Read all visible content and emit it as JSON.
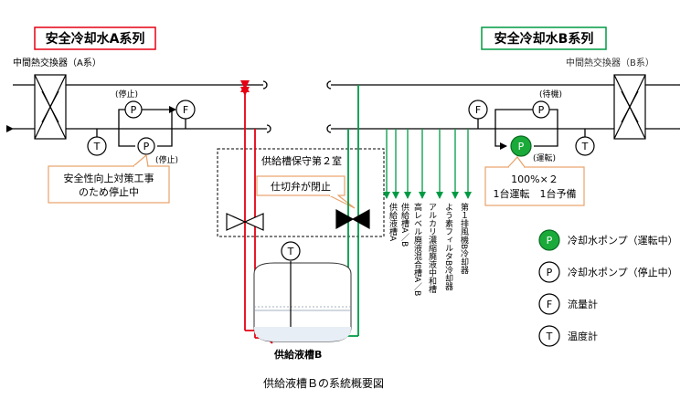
{
  "systemA": {
    "title": "安全冷却水A系列",
    "exchanger_label": "中間熱交換器（A系）",
    "pump_top_status": "(停止)",
    "pump_bottom_status": "(停止)",
    "callout_line1": "安全性向上対策工事",
    "callout_line2": "のため停止中",
    "colors": {
      "border": "#e60012",
      "pipe": "#e60012"
    }
  },
  "systemB": {
    "title": "安全冷却水B系列",
    "exchanger_label": "中間熱交換器（B系）",
    "pump_top_status": "(待機)",
    "pump_bottom_status": "(運転)",
    "callout_line1": "100%×２",
    "callout_line2": "1台運転　1台予備",
    "colors": {
      "border": "#009a44",
      "pipe": "#009a44"
    }
  },
  "room": {
    "label": "供給槽保守第２室",
    "valve_callout": "仕切弁が閉止"
  },
  "tank_label": "供給液槽B",
  "branches": [
    "供給液槽A",
    "供給槽A／B",
    "高レベル廃液混合槽A／B",
    "アルカリ濃縮廃液中和槽",
    "よう素フィルタB冷却器",
    "第１排風機B冷却器"
  ],
  "symbols": {
    "P": "P",
    "F": "F",
    "T": "T"
  },
  "legend": [
    {
      "symbol": "P",
      "label": "冷却水ポンプ（運転中）",
      "filled": true
    },
    {
      "symbol": "P",
      "label": "冷却水ポンプ（停止中）",
      "filled": false
    },
    {
      "symbol": "F",
      "label": "流量計",
      "filled": false
    },
    {
      "symbol": "T",
      "label": "温度計",
      "filled": false
    }
  ],
  "caption": "供給液槽Ｂの系統概要図"
}
